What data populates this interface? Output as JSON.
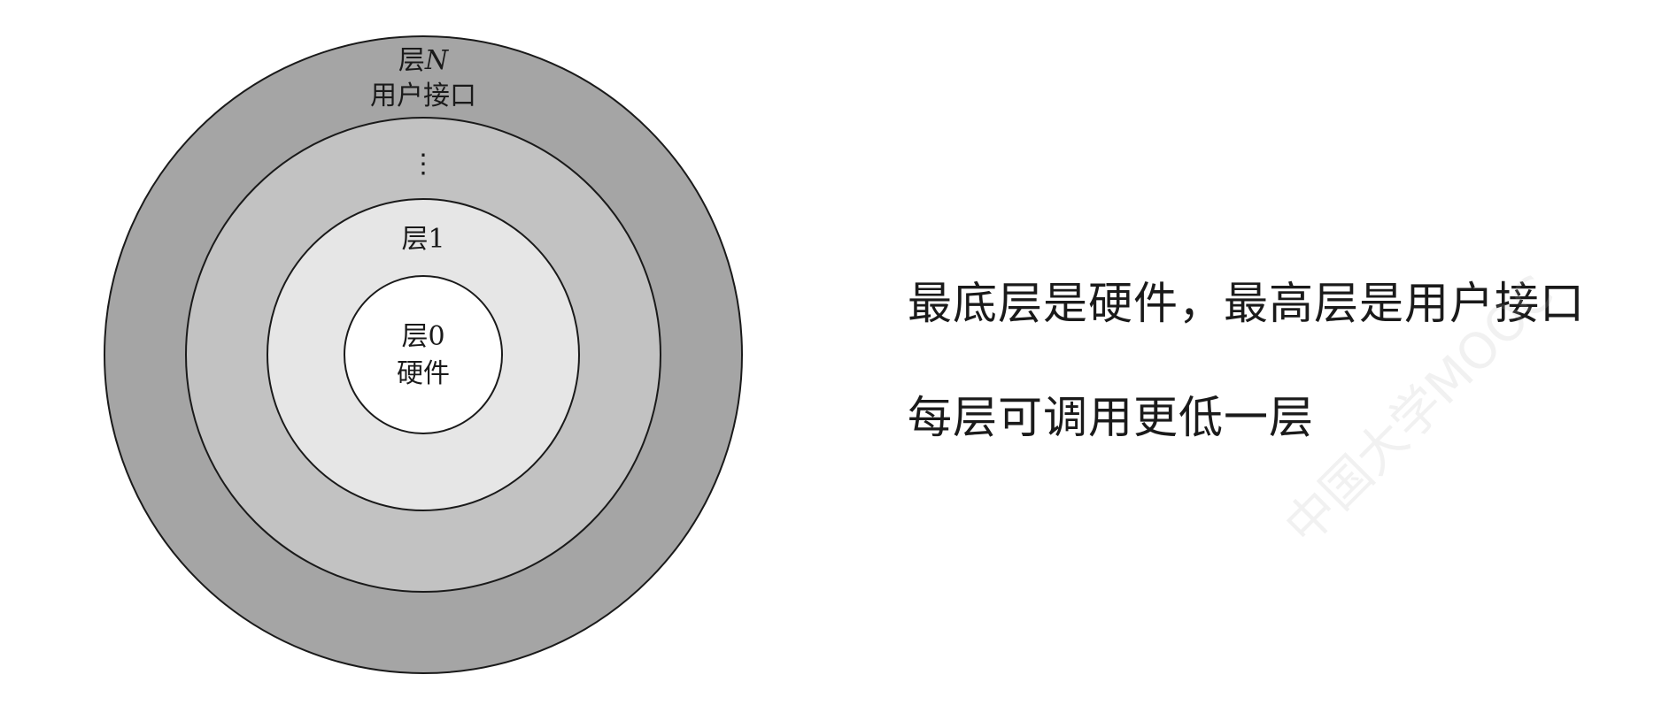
{
  "rings": [
    {
      "id": "layer-n",
      "label_line1": "层",
      "label_line1_var": "N",
      "label_line2": "用户接口",
      "fill": "#a5a5a5"
    },
    {
      "id": "layer-dots",
      "label": "⋮",
      "fill": "#c2c2c2"
    },
    {
      "id": "layer-1",
      "label": "层1",
      "fill": "#e6e6e6"
    },
    {
      "id": "layer-0",
      "label_line1": "层0",
      "label_line2": "硬件",
      "fill": "#ffffff"
    }
  ],
  "captions": {
    "line1": "最底层是硬件，最高层是用户接口",
    "line2": "每层可调用更低一层"
  },
  "watermark_text": "中国大学MOOC"
}
